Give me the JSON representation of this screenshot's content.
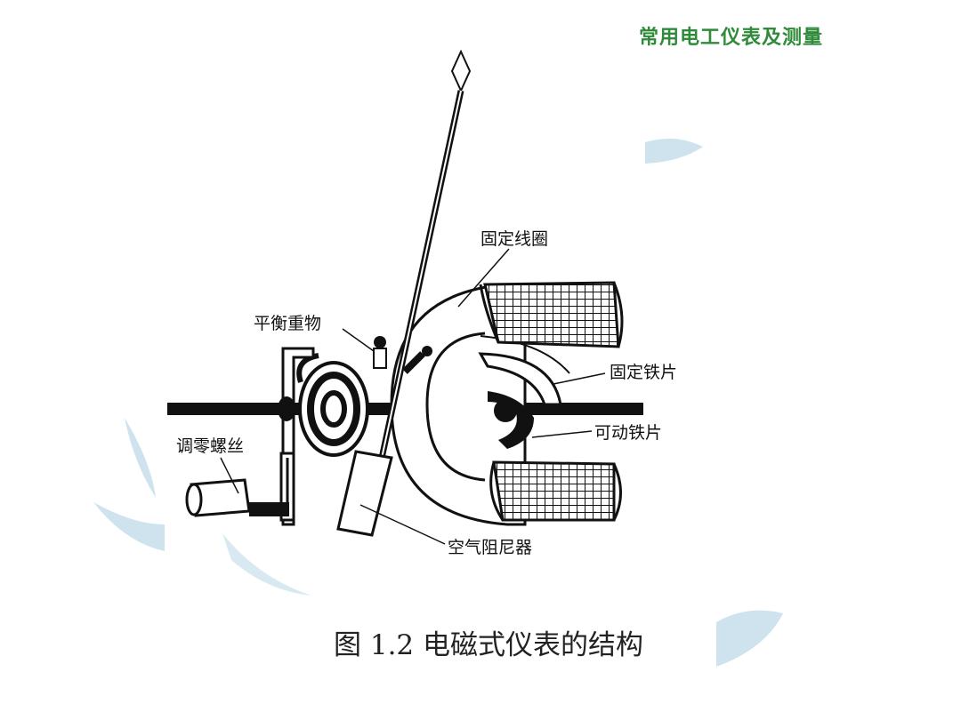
{
  "header": {
    "title": "常用电工仪表及测量"
  },
  "diagram": {
    "labels": {
      "fixed_coil": "固定线圈",
      "balance_weight": "平衡重物",
      "fixed_iron": "固定铁片",
      "moving_iron": "可动铁片",
      "zero_screw": "调零螺丝",
      "air_damper": "空气阻尼器"
    }
  },
  "caption": "图 1.2 电磁式仪表的结构",
  "colors": {
    "header": "#2f8a3a",
    "ink": "#111111",
    "decor": "#cfe3ef"
  }
}
